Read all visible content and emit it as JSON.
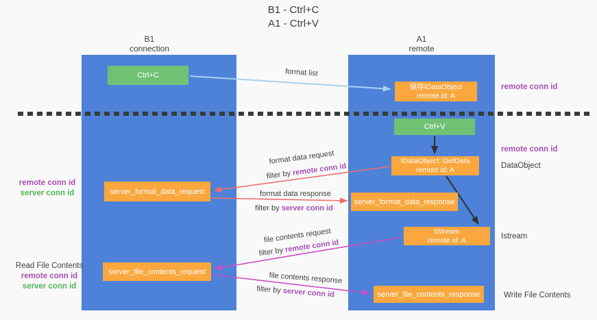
{
  "title": {
    "line1": "B1 - Ctrl+C",
    "line2": "A1 - Ctrl+V"
  },
  "lanes": {
    "left": {
      "name": "B1",
      "role": "connection"
    },
    "right": {
      "name": "A1",
      "role": "remote"
    }
  },
  "boxes": {
    "ctrl_c": {
      "label": "Ctrl+C"
    },
    "ctrl_v": {
      "label": "Ctrl+V"
    },
    "save_idataobject": {
      "line1": "保存IDataObject",
      "line2": "remote id: A"
    },
    "idataobject_getdata": {
      "line1": "IDataObject::GetData",
      "line2": "remote id: A"
    },
    "istream": {
      "line1": "IStream",
      "line2": "remote id: A"
    },
    "server_format_data_request": {
      "label": "server_format_data_request"
    },
    "server_format_data_response": {
      "label": "server_format_data_response"
    },
    "server_file_contents_request": {
      "label": "server_file_contents_request"
    },
    "server_file_contents_response": {
      "label": "server_file_contents_response"
    }
  },
  "edge_labels": {
    "format_list": "format list",
    "format_data_request": "format data request",
    "format_data_request_filter_prefix": "filter by ",
    "format_data_request_filter_id": "remote conn id",
    "format_data_response": "format data response",
    "format_data_response_filter_prefix": "filter by ",
    "format_data_response_filter_id": "server conn id",
    "file_contents_request": "file contents request",
    "file_contents_request_filter_prefix": "filter by ",
    "file_contents_request_filter_id": "remote conn id",
    "file_contents_response": "file contents response",
    "file_contents_response_filter_prefix": "filter by ",
    "file_contents_response_filter_id": "server conn id"
  },
  "annotations": {
    "remote_conn_id_top": "remote conn id",
    "remote_conn_id_mid": "remote conn id",
    "dataobject": "DataObject",
    "istream": "Istream",
    "write_file_contents": "Write File Contents",
    "read_file_contents": "Read File Contents",
    "left_mid_remote": "remote conn id",
    "left_mid_server": "server conn id",
    "left_bottom_remote": "remote conn id",
    "left_bottom_server": "server conn id"
  },
  "colors": {
    "lane_blue": "#4d82d8",
    "box_green": "#71c175",
    "box_orange": "#f9a73e",
    "arrow_light_blue": "#a9d3ee",
    "arrow_red": "#ee6e6e",
    "arrow_magenta": "#cb4ec6",
    "arrow_black": "#2f2f2f",
    "text_purple": "#a64fb5",
    "text_green": "#53b558",
    "text_dark": "#3d3d3d",
    "background": "#f9f9f9"
  }
}
